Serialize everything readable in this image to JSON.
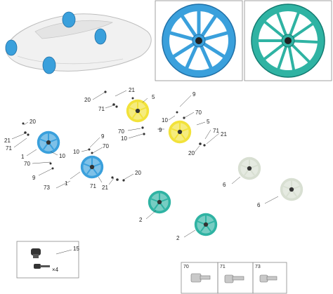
{
  "colors": {
    "blue": "#3aa0dc",
    "blue_dark": "#1f6fa6",
    "teal": "#2fb3a3",
    "teal_dark": "#127a70",
    "yellow": "#f2e23a",
    "yellow_dark": "#b8a814",
    "silver": "#d8dfd2",
    "silver_dark": "#9aa394"
  },
  "icons": {
    "car": "car-overview-icon",
    "wheel": "wheel-icon",
    "bolt": "wheel-bolt-icon",
    "lock": "locking-bolt-icon"
  },
  "labels": {
    "l21a": "21",
    "l20a": "20",
    "l5a": "5",
    "l71a": "71",
    "l70a": "70",
    "l10a": "10",
    "l9a": "9",
    "l9b": "9",
    "l10b": "10",
    "l70b": "70",
    "l5b": "5",
    "l71b": "71",
    "l21b": "21",
    "l20b": "20",
    "l20c": "20",
    "l21c": "21",
    "l71c": "71",
    "l1a": "1",
    "l10c": "10",
    "l70c": "70",
    "l9c": "9",
    "l73a": "73",
    "l9d": "9",
    "l10d": "10",
    "l70d": "70",
    "l1b": "1",
    "l71d": "71",
    "l21d": "21",
    "l20d": "20",
    "l6a": "6",
    "l6b": "6",
    "l2a": "2",
    "l2b": "2",
    "l15": "15"
  },
  "lock_kit": {
    "qty": "×4"
  },
  "bolt_boxes": [
    {
      "num": "70"
    },
    {
      "num": "71"
    },
    {
      "num": "73"
    }
  ]
}
